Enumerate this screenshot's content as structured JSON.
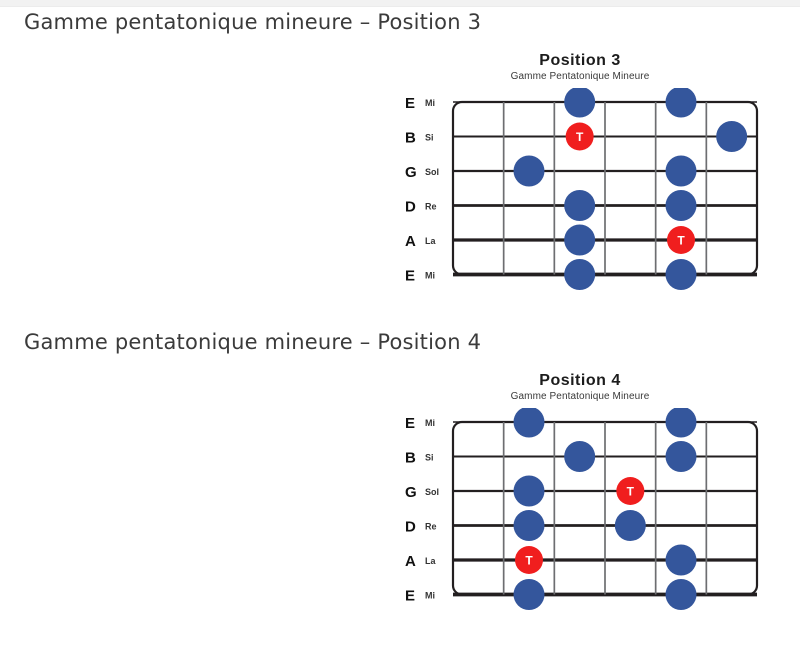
{
  "page": {
    "background_color": "#ffffff",
    "heading_color": "#3b3b3b"
  },
  "sections": [
    {
      "heading": "Gamme pentatonique mineure – Position 3",
      "diagram": {
        "title": "Position  3",
        "subtitle": "Gamme Pentatonique Mineure",
        "watermark_visible": true
      }
    },
    {
      "heading": "Gamme pentatonique mineure – Position 4",
      "diagram": {
        "title": "Position 4",
        "subtitle": "Gamme Pentatonique Mineure",
        "watermark_visible": true
      }
    }
  ],
  "strings": [
    {
      "latin": "E",
      "solfege": "Mi"
    },
    {
      "latin": "B",
      "solfege": "Si"
    },
    {
      "latin": "G",
      "solfege": "Sol"
    },
    {
      "latin": "D",
      "solfege": "Re"
    },
    {
      "latin": "A",
      "solfege": "La"
    },
    {
      "latin": "E",
      "solfege": "Mi"
    }
  ],
  "colors": {
    "note_blue": "#34569c",
    "tonic_red": "#f01e1e",
    "string_dark": "#231f20",
    "fret_gray": "#6d6e71",
    "board_outline": "#231f20",
    "watermark": "#e9eaee"
  },
  "chart_data": {
    "type": "fretboard-diagram",
    "fret_count": 6,
    "string_count": 6,
    "tonic_label": "T",
    "diagrams": [
      {
        "name": "Position 3",
        "notes": [
          {
            "string": 0,
            "fret": 2,
            "type": "note"
          },
          {
            "string": 0,
            "fret": 4,
            "type": "note"
          },
          {
            "string": 1,
            "fret": 2,
            "type": "tonic",
            "label": "T"
          },
          {
            "string": 1,
            "fret": 5,
            "type": "note"
          },
          {
            "string": 2,
            "fret": 1,
            "type": "note"
          },
          {
            "string": 2,
            "fret": 4,
            "type": "note"
          },
          {
            "string": 3,
            "fret": 2,
            "type": "note"
          },
          {
            "string": 3,
            "fret": 4,
            "type": "note"
          },
          {
            "string": 4,
            "fret": 2,
            "type": "note"
          },
          {
            "string": 4,
            "fret": 4,
            "type": "tonic",
            "label": "T"
          },
          {
            "string": 5,
            "fret": 2,
            "type": "note"
          },
          {
            "string": 5,
            "fret": 4,
            "type": "note"
          }
        ]
      },
      {
        "name": "Position 4",
        "notes": [
          {
            "string": 0,
            "fret": 1,
            "type": "note"
          },
          {
            "string": 0,
            "fret": 4,
            "type": "note"
          },
          {
            "string": 1,
            "fret": 2,
            "type": "note"
          },
          {
            "string": 1,
            "fret": 4,
            "type": "note"
          },
          {
            "string": 2,
            "fret": 1,
            "type": "note"
          },
          {
            "string": 2,
            "fret": 3,
            "type": "tonic",
            "label": "T"
          },
          {
            "string": 3,
            "fret": 1,
            "type": "note"
          },
          {
            "string": 3,
            "fret": 3,
            "type": "note"
          },
          {
            "string": 4,
            "fret": 1,
            "type": "tonic",
            "label": "T"
          },
          {
            "string": 4,
            "fret": 4,
            "type": "note"
          },
          {
            "string": 5,
            "fret": 1,
            "type": "note"
          },
          {
            "string": 5,
            "fret": 4,
            "type": "note"
          }
        ]
      }
    ]
  }
}
